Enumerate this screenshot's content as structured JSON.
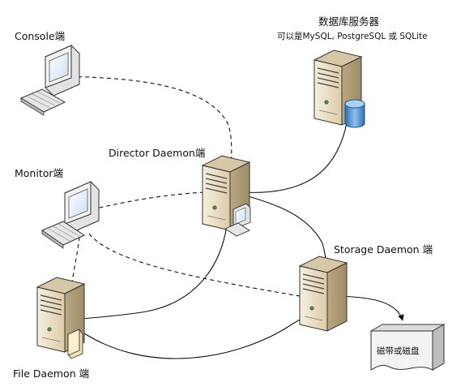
{
  "nodes": {
    "console": {
      "label": "Console端"
    },
    "monitor": {
      "label": "Monitor端"
    },
    "director": {
      "label": "Director Daemon端"
    },
    "database": {
      "label": "数据库服务器",
      "sublabel": "可以是MySQL, PostgreSQL 或 SQLite"
    },
    "storage": {
      "label": "Storage Daemon 端"
    },
    "file": {
      "label": "File Daemon 端"
    },
    "media": {
      "label": "磁带或磁盘"
    }
  },
  "colors": {
    "server_front": "#e9dcc2",
    "server_side": "#b9a882",
    "server_top": "#d6c7a6",
    "monitor_case": "#e8e8e8",
    "screen": "#eef6ff",
    "database": "#5b9bd5",
    "line": "#111111",
    "media": "#f3f3f3"
  }
}
